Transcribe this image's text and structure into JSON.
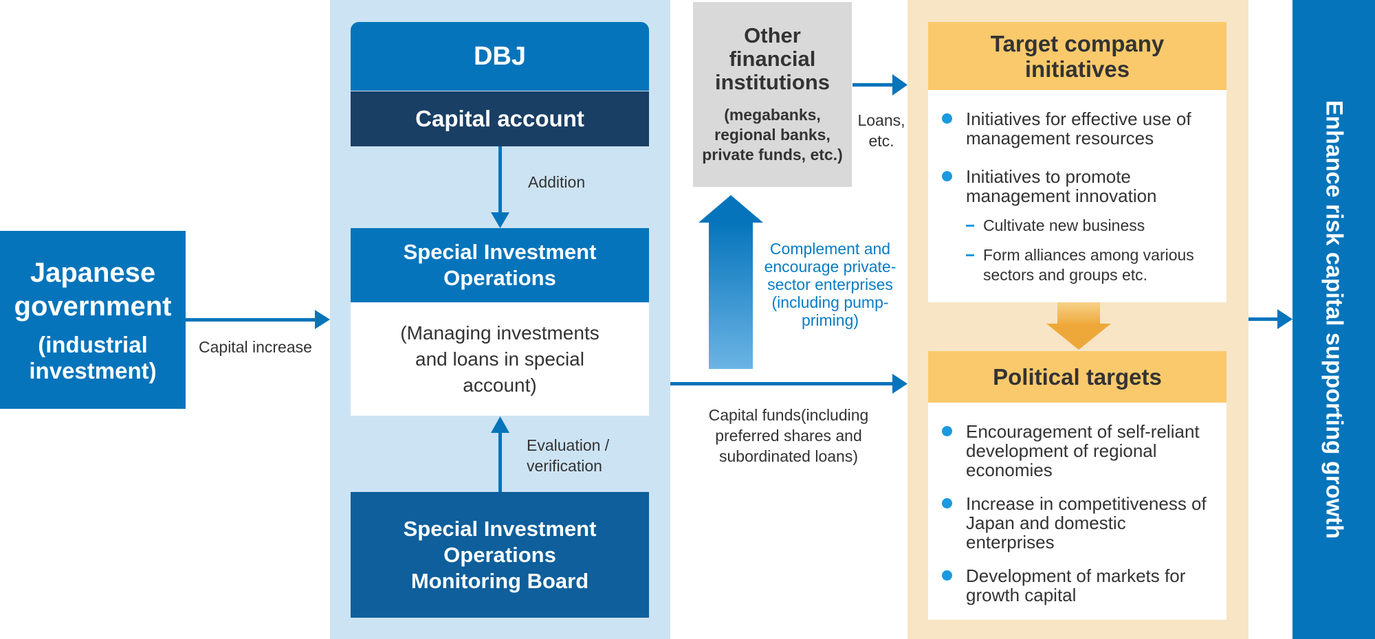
{
  "government": {
    "title": "Japanese government",
    "subtitle": "(industrial investment)"
  },
  "dbj": {
    "title": "DBJ",
    "capital_account": "Capital account",
    "addition_label": "Addition",
    "sio_title": "Special Investment Operations",
    "sio_body": "(Managing investments and loans  in special account)",
    "evaluation_label": "Evaluation / verification",
    "board_title": "Special Investment Operations Monitoring Board"
  },
  "capital_increase_label": "Capital increase",
  "other_institutions": {
    "title": "Other financial institutions",
    "subtitle": "(megabanks, regional banks, private funds, etc.)"
  },
  "loans_label": "Loans, etc.",
  "complement_label": "Complement and encourage private-sector enterprises (including pump-priming)",
  "capital_funds_label": "Capital funds(including preferred shares and subordinated loans)",
  "target_initiatives": {
    "title": "Target company initiatives",
    "items": [
      "Initiatives for effective use of management resources",
      "Initiatives to promote management innovation"
    ],
    "subitems": [
      "Cultivate new business",
      "Form alliances among various sectors and groups etc."
    ]
  },
  "political_targets": {
    "title": "Political targets",
    "items": [
      "Encouragement of self-reliant development of regional economies",
      "Increase in competitiveness of Japan and domestic enterprises",
      "Development of markets for growth capital"
    ]
  },
  "banner": "Enhance risk capital supporting growth",
  "colors": {
    "primary_blue": "#0574bb",
    "dark_navy": "#1a3f65",
    "board_blue": "#0e5f9b",
    "light_blue_panel": "#cce3f4",
    "grey_box": "#d9d9d9",
    "orange_header": "#fac96c",
    "beige_panel": "#f7e5c5",
    "bullet_blue": "#1a9ae0",
    "orange_arrow": "#f0b448"
  }
}
